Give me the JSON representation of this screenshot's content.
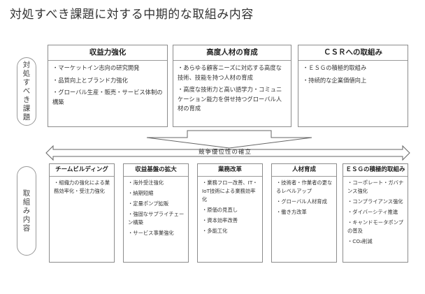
{
  "page_title": "対処すべき課題に対する中期的な取組み内容",
  "top_side_label": "対処すべき課題",
  "bottom_side_label": "取組み内容",
  "top_boxes": [
    {
      "heading": "収益力強化",
      "items": [
        "・マーケットイン志向の研究開発",
        "・品質向上とブランド力強化",
        "・グローバル生産・販売・サービス体制の構築"
      ]
    },
    {
      "heading": "高度人材の育成",
      "items": [
        "・あらゆる顧客ニーズに対応する高度な技術、技能を持つ人材の育成",
        "・高度な技術力と高い語学力・コミュニケーション能力を併せ持つグローバル人材の育成"
      ]
    },
    {
      "heading": "ＣＳＲへの取組み",
      "items": [
        "・ＥＳＧの積極的取組み",
        "・持続的な企業価値向上"
      ]
    }
  ],
  "banner": "競争優位性の確立",
  "bottom_boxes": [
    {
      "heading": "チームビルディング",
      "items": [
        "・組織力の強化による業務効率化・受注力強化"
      ]
    },
    {
      "heading": "収益基盤の拡大",
      "items": [
        "・海外受注強化",
        "・納期短縮",
        "・定量ポンプ拡販",
        "・強固なサプライチェーン構築",
        "・サービス事業強化"
      ]
    },
    {
      "heading": "業務改革",
      "items": [
        "・業務フロー改善、IT・IoT技術による業務効率化",
        "・原価の見直し",
        "・資本効率改善",
        "・多能工化"
      ]
    },
    {
      "heading": "人材育成",
      "items": [
        "・技術者・作業者の更なるレベルアップ",
        "・グローバル人材育成",
        "・働き方改革"
      ]
    },
    {
      "heading": "ＥＳＧの積極的取組み",
      "items": [
        "・コーポレート・ガバナンス強化",
        "・コンプライアンス強化",
        "・ダイバーシティ推進",
        "・キャンドモータポンプの普及",
        "・CO₂削減"
      ]
    }
  ],
  "colors": {
    "border": "#8c8c8c",
    "arrow_fill": "#ffffff",
    "arrow_stroke": "#666666"
  }
}
